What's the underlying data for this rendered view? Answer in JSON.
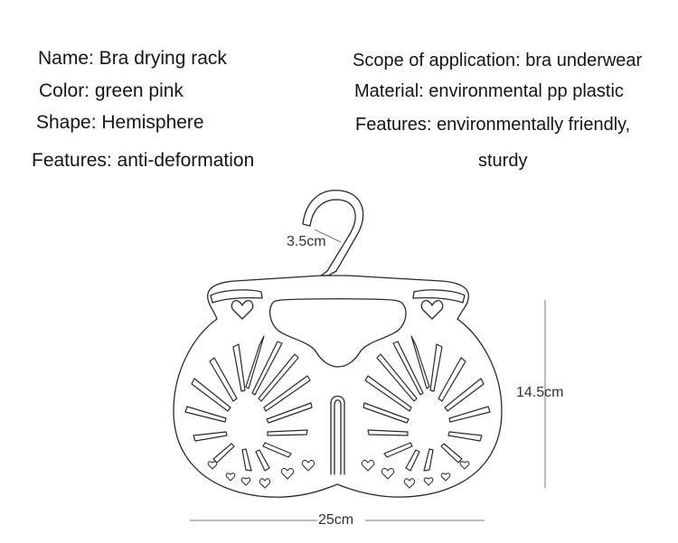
{
  "specs": {
    "name": "Name: Bra drying rack",
    "color": "Color: green pink",
    "shape": "Shape: Hemisphere",
    "features_left": "Features: anti-deformation",
    "scope": "Scope of application: bra underwear",
    "material": "Material: environmental pp plastic",
    "features_right": "Features: environmentally friendly,",
    "features_right_cont": "sturdy"
  },
  "dimensions": {
    "hook": "3.5cm",
    "height": "14.5cm",
    "width": "25cm"
  },
  "colors": {
    "outline": "#2a2a2a",
    "text": "#151515",
    "dimension_line": "#777777"
  }
}
